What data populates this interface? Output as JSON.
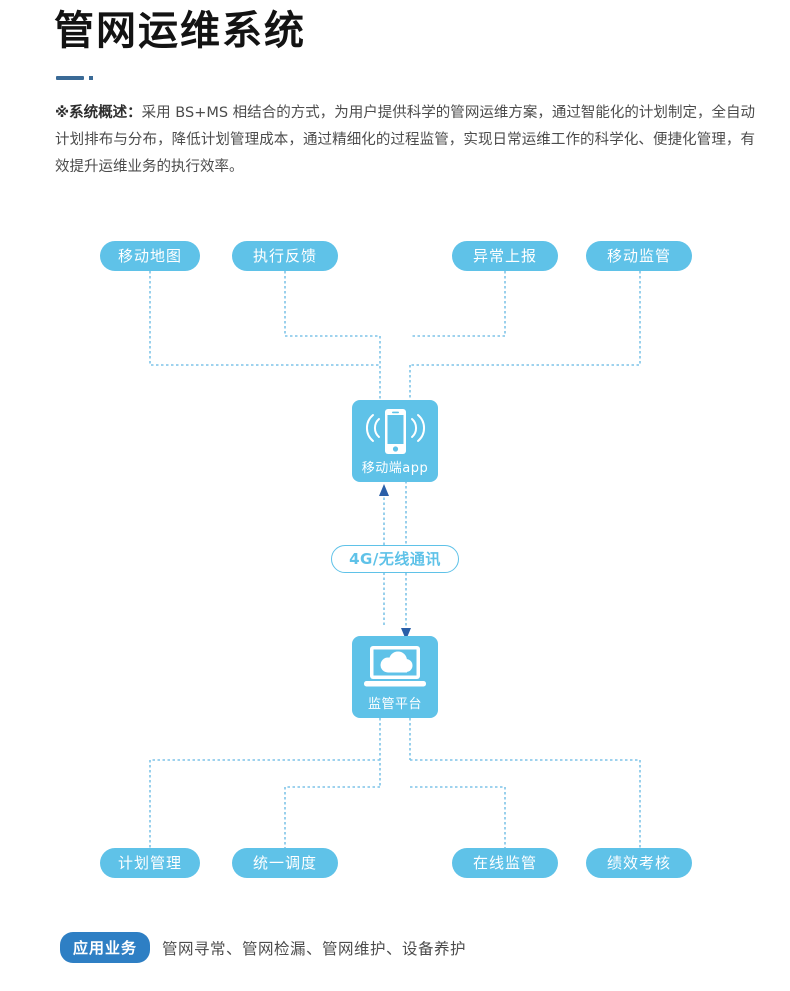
{
  "header": {
    "title": "管网运维系统",
    "divider_color": "#3a6a96"
  },
  "overview": {
    "label": "※系统概述：",
    "text": "采用 BS+MS  相结合的方式，为用户提供科学的管网运维方案，通过智能化的计划制定，全自动计划排布与分布，降低计划管理成本，通过精细化的过程监管，实现日常运维工作的科学化、便捷化管理，有效提升运维业务的执行效率。"
  },
  "diagram": {
    "colors": {
      "pill": "#5fc2e8",
      "line": "#7fc4e8",
      "arrow": "#2a5fa8",
      "badge": "#2e7fc4"
    },
    "top_nodes": [
      {
        "label": "移动地图"
      },
      {
        "label": "执行反馈"
      },
      {
        "label": "异常上报"
      },
      {
        "label": "移动监管"
      }
    ],
    "bottom_nodes": [
      {
        "label": "计划管理"
      },
      {
        "label": "统一调度"
      },
      {
        "label": "在线监管"
      },
      {
        "label": "绩效考核"
      }
    ],
    "mobile_node": {
      "label": "移动端app",
      "icon": "smartphone-signal-icon"
    },
    "link_label": "4G/无线通讯",
    "platform_node": {
      "label": "监管平台",
      "icon": "laptop-cloud-icon"
    }
  },
  "footer": {
    "badge": "应用业务",
    "text": "管网寻常、管网检漏、管网维护、设备养护"
  }
}
